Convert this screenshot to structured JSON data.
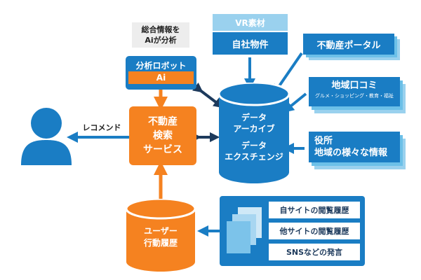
{
  "analysis_note": {
    "line1": "総合情報を",
    "line2": "Aiが分析"
  },
  "analysis_robot": {
    "title": "分析ロボット",
    "badge": "Ai"
  },
  "vr_block": {
    "top": "VR素材",
    "bottom": "自社物件"
  },
  "portal": {
    "label": "不動産ポータル"
  },
  "local_reviews": {
    "title": "地域口コミ",
    "subtitle": "グルメ・ショッピング・教育・福祉"
  },
  "city_office": {
    "line1": "役所",
    "line2": "地域の様々な情報"
  },
  "database": {
    "line1": "データ",
    "line2": "アーカイブ",
    "line3": "データ",
    "line4": "エクスチェンジ"
  },
  "service": {
    "line1": "不動産",
    "line2": "検索",
    "line3": "サービス"
  },
  "recommend_label": "レコメンド",
  "behavior_db": {
    "line1": "ユーザー",
    "line2": "行動履歴"
  },
  "history_panel": {
    "items": [
      "自サイトの閲覧履歴",
      "他サイトの閲覧履歴",
      "SNSなどの発言"
    ]
  },
  "colors": {
    "orange": "#f58220",
    "blue_dark": "#1a7dc4",
    "blue_light": "#35a8e0",
    "navy": "#1d3a5c",
    "gray_box": "#ededed"
  },
  "icons": [
    "user-silhouette-icon",
    "document-stack-icon",
    "double-arrow-icon"
  ]
}
